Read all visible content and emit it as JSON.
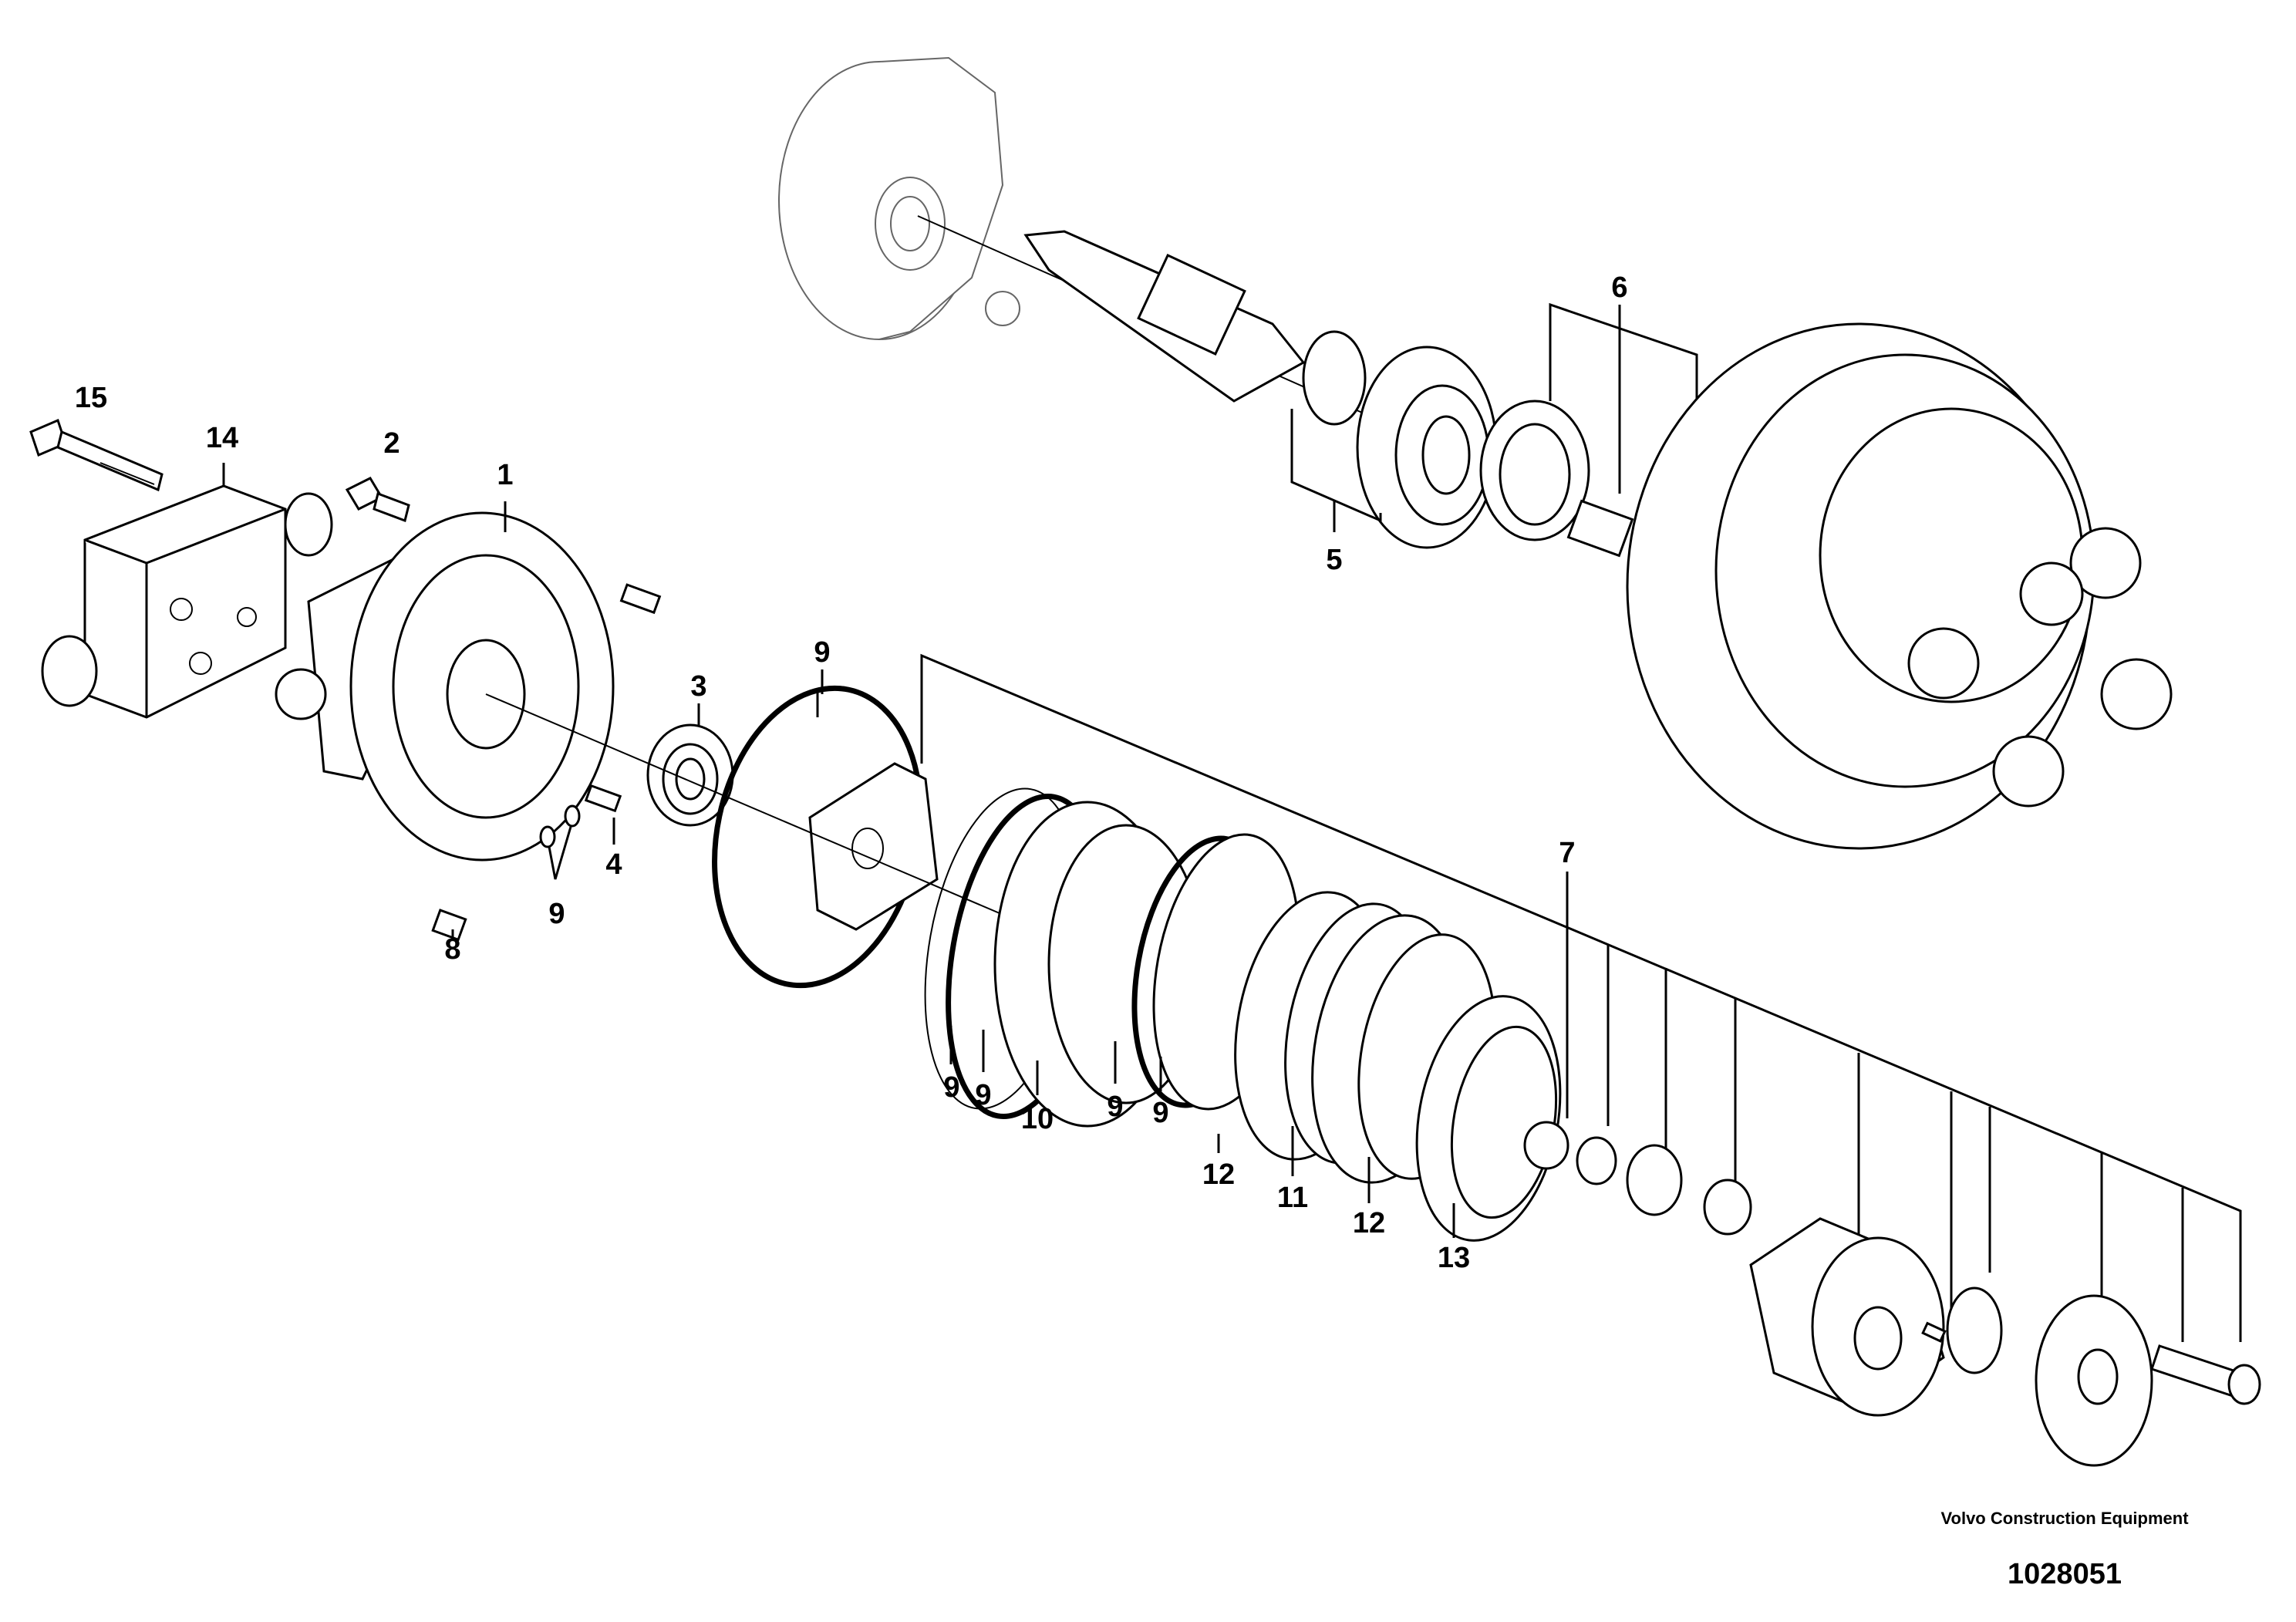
{
  "labels": {
    "p1": "1",
    "p2": "2",
    "p3": "3",
    "p4": "4",
    "p5": "5",
    "p6": "6",
    "p7": "7",
    "p8": "8",
    "p9a": "9",
    "p9b": "9",
    "p9c": "9",
    "p9d": "9",
    "p9e": "9",
    "p9f": "9",
    "p10": "10",
    "p11": "11",
    "p12a": "12",
    "p12b": "12",
    "p13": "13",
    "p14": "14",
    "p15": "15"
  },
  "footer": {
    "brand": "Volvo Construction Equipment",
    "figure_number": "1028051"
  }
}
